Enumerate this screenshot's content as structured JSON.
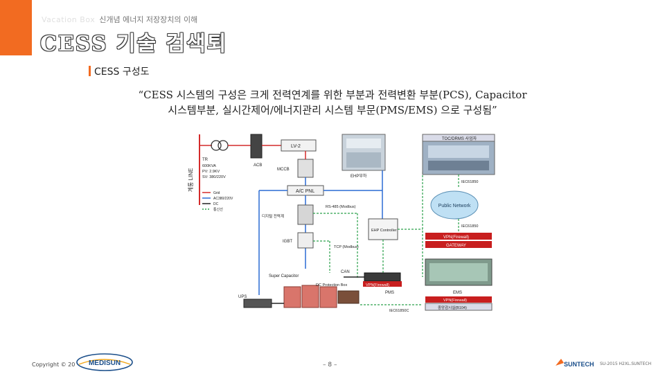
{
  "header": {
    "mark": "Vacation Box",
    "topic": "신개념 에너지 저장장치의 이해",
    "title": "CESS 기술 검색퇴"
  },
  "section": {
    "label": "CESS 구성도"
  },
  "description": {
    "line1": "“CESS 시스템의 구성은 크게 전력연계를 위한 부분과 전력변환 부분(PCS), Capacitor",
    "line2": "시스템부분, 실시간제어/에너지관리 시스템 부문(PMS/EMS) 으로 구성됨”"
  },
  "diagram": {
    "grid_line": "계통 LINE",
    "tr_label": "TR",
    "tr_spec1": "600KVA",
    "tr_spec2": "PV: 2.9KV",
    "tr_spec3": "SV: 380/220V",
    "acb": "ACB",
    "lv": "LV-2",
    "mccb": "MCCB",
    "ehp_room": "EHP부하",
    "acpnl": "A/C PNL",
    "legend": [
      "Grid",
      "AC380/220V",
      "DC",
      "통신선"
    ],
    "meter": "디지털 전력계",
    "rs485": "RS-485 (Modbus)",
    "igbt": "IGBT",
    "tcp": "TCP (Modbus)",
    "ehp_ctrl": "EHP Controller",
    "can": "CAN",
    "super_cap": "Super Capacitor",
    "dc_box": "DC Protection Box",
    "vpn1": "VPN(Firewall)",
    "pms": "PMS",
    "ups": "UPS",
    "iec61850c": "IEC61850C",
    "toc": "TOC/DRMS 사업자",
    "iec1": "IEC61850",
    "public_net": "Public Network",
    "iec2": "IEC61850",
    "vpn2": "VPN(Firewall)",
    "gateway": "GATEWAY",
    "ems": "EMS",
    "vpn3": "VPN(Firewall)",
    "building": "중앙감시실(B104)"
  },
  "footer": {
    "copyright": "Copyright © 20",
    "page": "– 8 –",
    "logo_left": "MEDISUN",
    "logo_right": "SUNTECH",
    "tag": "SU-2015 H2XL.SUNTECH"
  },
  "colors": {
    "accent": "#f26b21",
    "grid": "#d42a2a",
    "ac": "#2a6bd4",
    "comm": "#2aa04a"
  }
}
